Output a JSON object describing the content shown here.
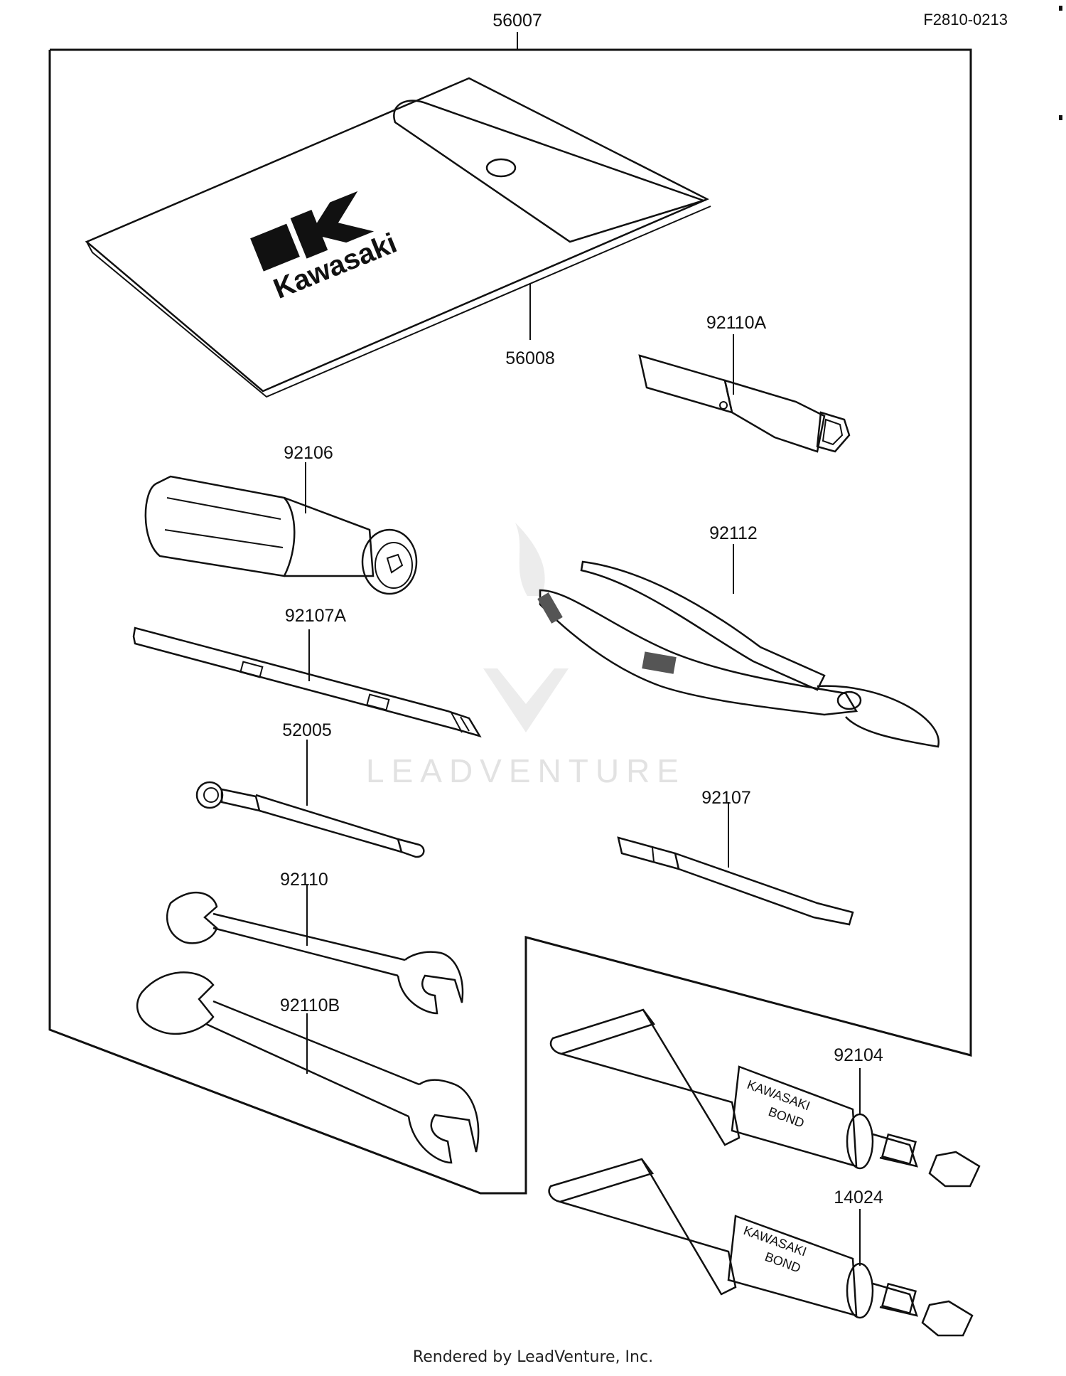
{
  "figure_code": "F2810-0213",
  "logo_text": "Kawasaki",
  "tube_text_line1": "KAWASAKI",
  "tube_text_line2": "BOND",
  "watermark": "LEADVENTURE",
  "footer": "Rendered by LeadVenture, Inc.",
  "parts": [
    {
      "number": "56007",
      "name": "tool kit (overall)"
    },
    {
      "number": "56008",
      "name": "tool case"
    },
    {
      "number": "92110A",
      "name": "spark plug wrench"
    },
    {
      "number": "92106",
      "name": "screwdriver handle"
    },
    {
      "number": "92112",
      "name": "pliers"
    },
    {
      "number": "92107A",
      "name": "screwdriver bit (flat / phillips)"
    },
    {
      "number": "52005",
      "name": "hook spanner tool"
    },
    {
      "number": "92107",
      "name": "screwdriver bit (phillips)"
    },
    {
      "number": "92110",
      "name": "open-end wrench"
    },
    {
      "number": "92110B",
      "name": "open-end wrench"
    },
    {
      "number": "92104",
      "name": "bond tube"
    },
    {
      "number": "14024",
      "name": "bond tube"
    }
  ]
}
